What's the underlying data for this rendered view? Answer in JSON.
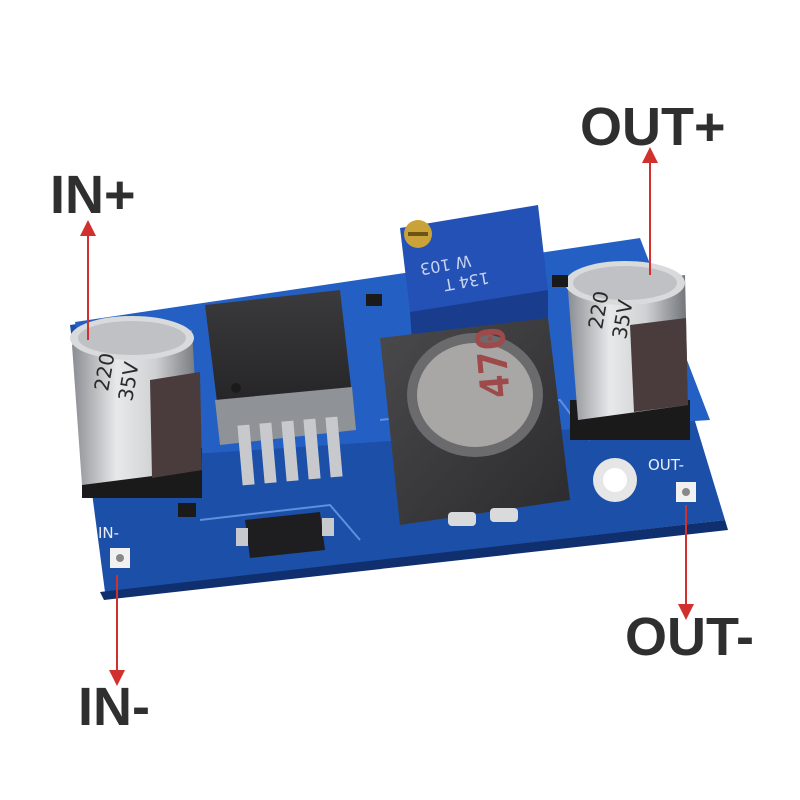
{
  "labels": {
    "in_plus": "IN+",
    "in_minus": "IN-",
    "out_plus": "OUT+",
    "out_minus": "OUT-"
  },
  "board": {
    "silkscreen_in_minus": "IN-",
    "silkscreen_out_minus": "OUT-",
    "cap_left": {
      "value": "220",
      "voltage": "35V"
    },
    "cap_right": {
      "value": "220",
      "voltage": "35V"
    },
    "inductor_marking": "470",
    "trimpot_marking_1": "W 103",
    "trimpot_marking_2": "134 T"
  },
  "colors": {
    "pcb": "#1f57b8",
    "arrow": "#d0312d",
    "label_text": "#2f2f2f"
  }
}
